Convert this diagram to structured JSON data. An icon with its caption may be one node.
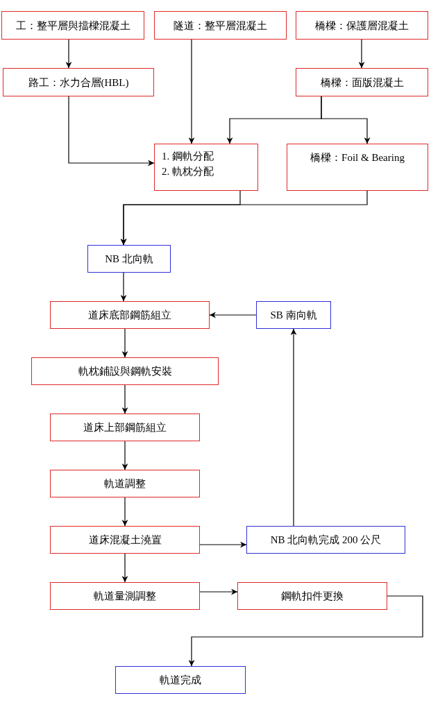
{
  "diagram": {
    "nodes": [
      {
        "text": [
          "工：整平層與擋樑混凝土"
        ]
      },
      {
        "text": [
          "隧道：整平層混凝土"
        ]
      },
      {
        "text": [
          "橋樑：保護層混凝土"
        ]
      },
      {
        "text": [
          "路工：水力合層(HBL)"
        ]
      },
      {
        "text": [
          "橋樑：面版混凝土"
        ]
      },
      {
        "text": [
          "1. 鋼軌分配",
          "2. 軌枕分配"
        ]
      },
      {
        "text": [
          "橋樑：Foil & Bearing"
        ]
      },
      {
        "text": [
          "NB 北向軌"
        ]
      },
      {
        "text": [
          "道床底部鋼筋組立"
        ]
      },
      {
        "text": [
          "SB 南向軌"
        ]
      },
      {
        "text": [
          "軌枕鋪設與鋼軌安裝"
        ]
      },
      {
        "text": [
          "道床上部鋼筋組立"
        ]
      },
      {
        "text": [
          "軌道調整"
        ]
      },
      {
        "text": [
          "道床混凝土澆置"
        ]
      },
      {
        "text": [
          "NB 北向軌完成 200 公尺"
        ]
      },
      {
        "text": [
          "軌道量測調整"
        ]
      },
      {
        "text": [
          "鋼軌扣件更換"
        ]
      },
      {
        "text": [
          "軌道完成"
        ]
      }
    ],
    "edges": [
      {
        "from": 0,
        "to": 3,
        "arrow": "to"
      },
      {
        "from": 1,
        "to": 5,
        "arrow": "to"
      },
      {
        "from": 2,
        "to": 4,
        "arrow": "to"
      },
      {
        "from": 3,
        "to": 5,
        "arrow": "to"
      },
      {
        "from": 4,
        "to": 5,
        "arrow": "to"
      },
      {
        "from": 4,
        "to": 6,
        "arrow": "to"
      },
      {
        "from": 5,
        "to": 7,
        "arrow": "to"
      },
      {
        "from": 6,
        "to": 7,
        "arrow": "to"
      },
      {
        "from": 7,
        "to": 8,
        "arrow": "to"
      },
      {
        "from": 9,
        "to": 8,
        "arrow": "to"
      },
      {
        "from": 8,
        "to": 10,
        "arrow": "to"
      },
      {
        "from": 10,
        "to": 11,
        "arrow": "to"
      },
      {
        "from": 11,
        "to": 12,
        "arrow": "to"
      },
      {
        "from": 12,
        "to": 13,
        "arrow": "to"
      },
      {
        "from": 13,
        "to": 14,
        "arrow": "to"
      },
      {
        "from": 14,
        "to": 9,
        "arrow": "to"
      },
      {
        "from": 13,
        "to": 15,
        "arrow": "to"
      },
      {
        "from": 15,
        "to": 16,
        "arrow": "to"
      },
      {
        "from": 16,
        "to": 17,
        "arrow": "to"
      }
    ]
  }
}
